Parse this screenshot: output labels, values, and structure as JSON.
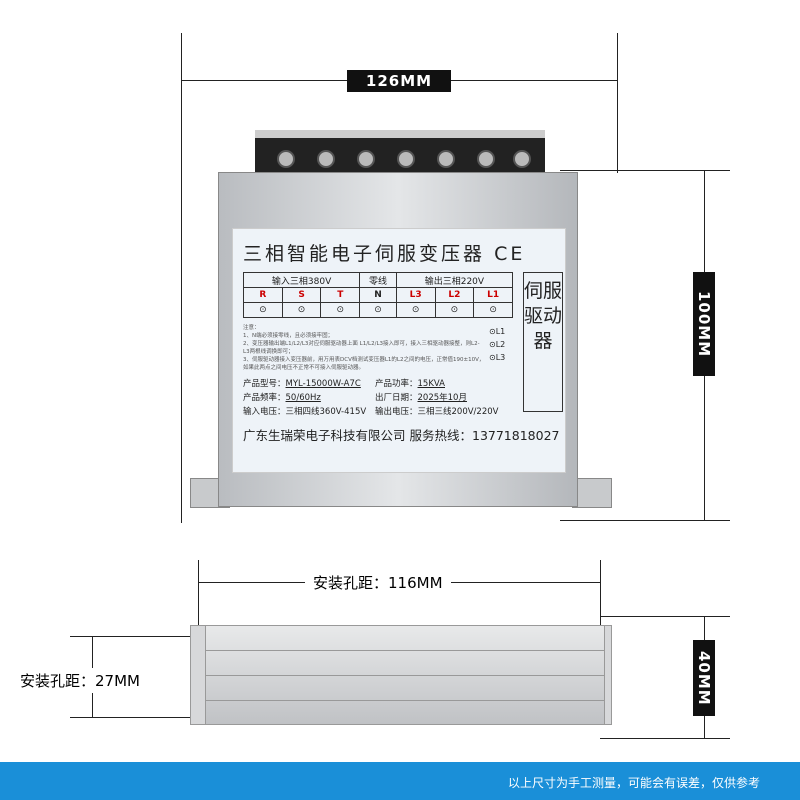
{
  "dimensions": {
    "width_top": "126MM",
    "height_side": "100MM",
    "hole_spacing_h": "安装孔距：116MM",
    "hole_spacing_v": "安装孔距：27MM",
    "depth": "40MM"
  },
  "label": {
    "title": "三相智能电子伺服变压器",
    "ce_mark": "CE",
    "input_header": "输入三相380V",
    "neutral_header": "零线",
    "output_header": "输出三相220V",
    "input_terms": [
      "R",
      "S",
      "T"
    ],
    "neutral_term": "N",
    "output_terms": [
      "L3",
      "L2",
      "L1"
    ],
    "driver_terms": [
      "L1",
      "L2",
      "L3"
    ],
    "driver_label": "伺服驱动器",
    "notes": [
      "注意：",
      "1、N端必须接零线，且必须接牢固；",
      "2、变压器输出端L1/L2/L3对应伺服驱动器上面 L1/L2/L3接入即可，接入三相驱动器接整，则L2-L3两根线调换即可；",
      "3、伺服驱动器接入变压器前，用万用表DCV档测试变压器L1的L2之间的电压，正常值190±10V，如果此两点之间电压不正常不可接入伺服驱动器。"
    ],
    "specs": [
      {
        "k": "产品型号：",
        "v": "MYL-15000W-A7C"
      },
      {
        "k": "产品功率：",
        "v": "15KVA"
      },
      {
        "k": "产品频率：",
        "v": "50/60Hz"
      },
      {
        "k": "出厂日期：",
        "v": "2025年10月"
      },
      {
        "k": "输入电压：",
        "v": "三相四线360V-415V"
      },
      {
        "k": "输出电压：",
        "v": "三相三线200V/220V"
      }
    ],
    "company": "广东生瑞荣电子科技有限公司",
    "hotline": "服务热线：13771818027"
  },
  "footer": "以上尺寸为手工测量，可能会有误差，仅供参考",
  "colors": {
    "footer": "#1a8fd8",
    "terminal_red": "#cc0000"
  }
}
